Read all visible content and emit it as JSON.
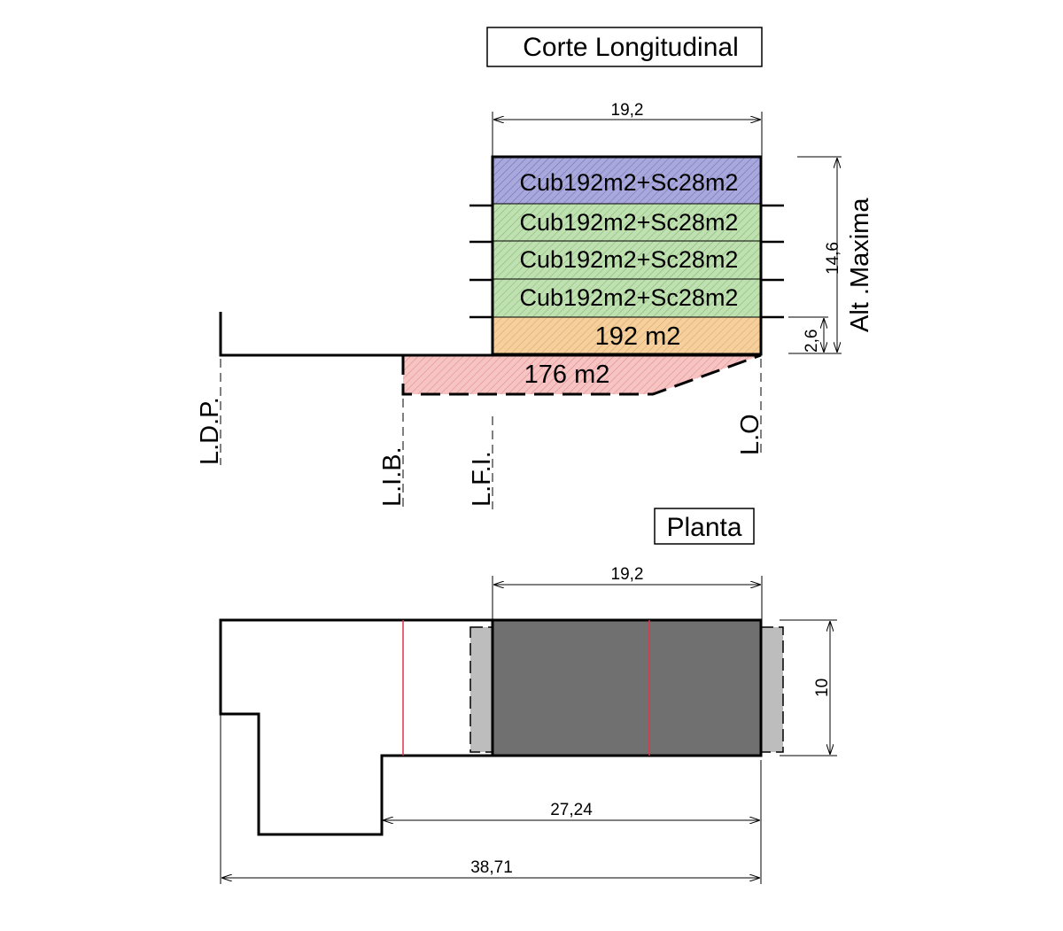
{
  "titles": {
    "section": "Corte Longitudinal",
    "plan": "Planta"
  },
  "section": {
    "top_width": "19,2",
    "height_total": "14,6",
    "height_ground": "2,6",
    "max_height_label": "Alt .Maxima",
    "floors": [
      "Cub192m2+Sc28m2",
      "Cub192m2+Sc28m2",
      "Cub192m2+Sc28m2",
      "Cub192m2+Sc28m2"
    ],
    "ground_floor": "192 m2",
    "basement": "176 m2",
    "lines": {
      "ldp": "L.D.P.",
      "lib": "L.I.B.",
      "lfi": "L.F.I.",
      "lo": "L.O"
    }
  },
  "plan": {
    "top_width": "19,2",
    "depth": "10",
    "mid_width": "27,24",
    "total_width": "38,71"
  },
  "colors": {
    "blue_floor": "#a8a8dc",
    "green_floor": "#bfe0b0",
    "orange_floor": "#f5cf9c",
    "red_basement": "#f5b8b8",
    "building_plan": "#707070",
    "balcony_plan": "#bdbdbd",
    "red_line": "#e0344a"
  }
}
